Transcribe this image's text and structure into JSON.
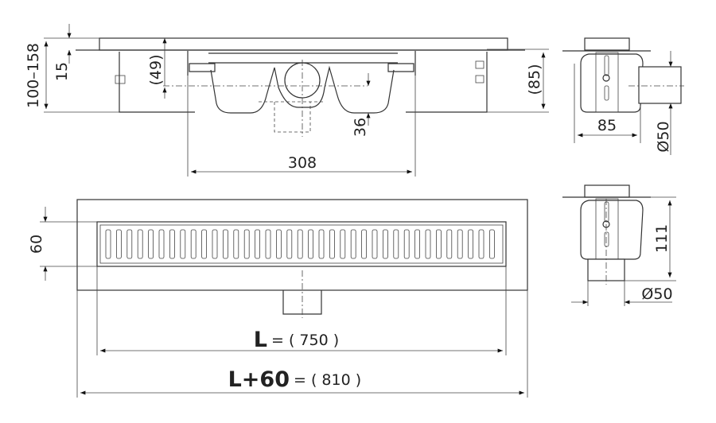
{
  "dimensions": {
    "total_height": "100–158",
    "grate_height": "15",
    "outlet_axis_height": "(49)",
    "outlet_offset": "36",
    "body_width": "308",
    "side_height": "(85)",
    "side_width": "85",
    "side_outlet_diameter": "Ø50",
    "channel_width": "60",
    "vertical_outlet_height": "111",
    "vertical_outlet_diameter": "Ø50"
  },
  "length_labels": {
    "L_symbol": "L",
    "L_value": "= ( 750 )",
    "L60_symbol": "L+60",
    "L60_value": "= ( 810 )"
  }
}
